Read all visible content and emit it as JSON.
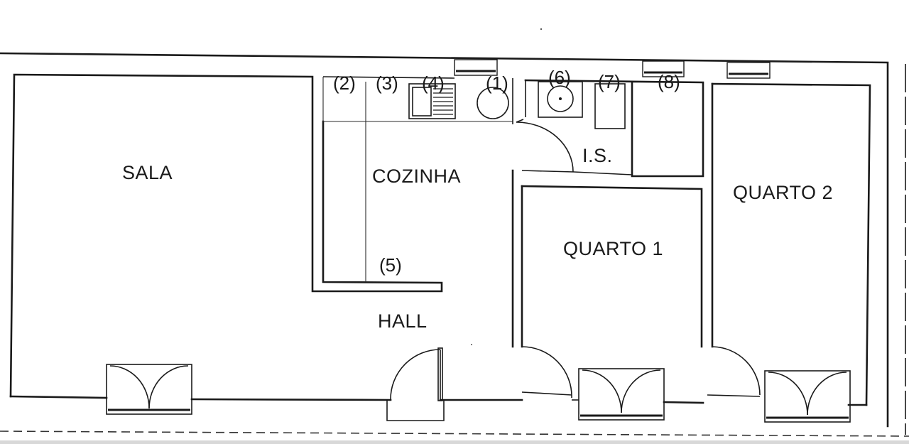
{
  "rooms": {
    "sala": "SALA",
    "cozinha": "COZINHA",
    "is": "I.S.",
    "quarto1": "QUARTO 1",
    "quarto2": "QUARTO 2",
    "hall": "HALL"
  },
  "fixtures": {
    "f1": "(1)",
    "f2": "(2)",
    "f3": "(3)",
    "f4": "(4)",
    "f5": "(5)",
    "f6": "(6)",
    "f7": "(7)",
    "f8": "(8)"
  }
}
